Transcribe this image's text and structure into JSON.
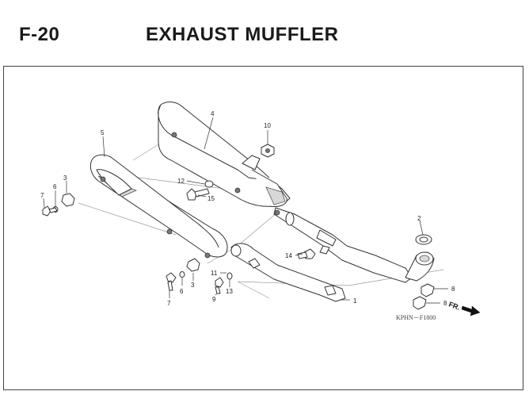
{
  "header": {
    "code": "F-20",
    "title": "EXHAUST MUFFLER"
  },
  "callouts": {
    "c1": "1",
    "c2": "2",
    "c3a": "3",
    "c3b": "3",
    "c4": "4",
    "c5": "5",
    "c6a": "6",
    "c6b": "6",
    "c7a": "7",
    "c7b": "7",
    "c8a": "8",
    "c8b": "8",
    "c9": "9",
    "c10": "10",
    "c11": "11",
    "c12": "12",
    "c13": "13",
    "c14": "14",
    "c15": "15"
  },
  "direction_marker": "FR.",
  "drawing_code": "KPHN－F1800"
}
